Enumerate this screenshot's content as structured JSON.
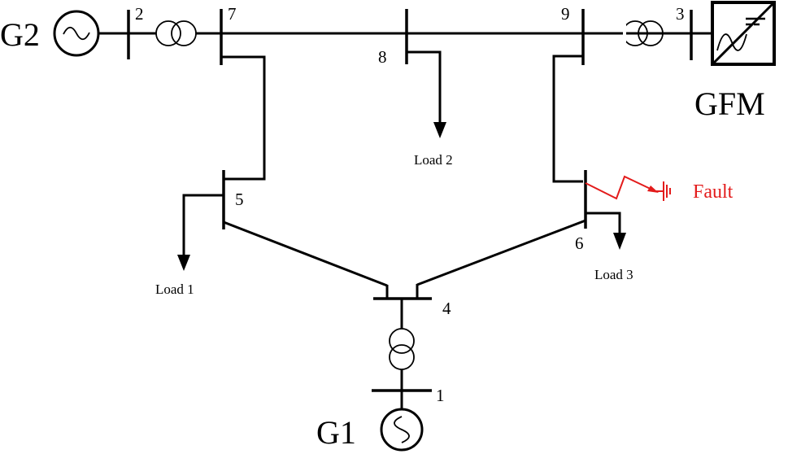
{
  "generators": {
    "g1": "G1",
    "g2": "G2",
    "gfm": "GFM"
  },
  "buses": [
    "1",
    "2",
    "3",
    "4",
    "5",
    "6",
    "7",
    "8",
    "9"
  ],
  "loads": [
    "Load 1",
    "Load 2",
    "Load 3"
  ],
  "fault": {
    "label": "Fault",
    "color": "#e31b1b"
  },
  "icons": {
    "generator": "ac-source-sine-icon",
    "transformer": "two-winding-transformer-icon",
    "converter": "dc-ac-inverter-icon",
    "ground": "ground-icon",
    "load": "load-arrow-icon"
  }
}
